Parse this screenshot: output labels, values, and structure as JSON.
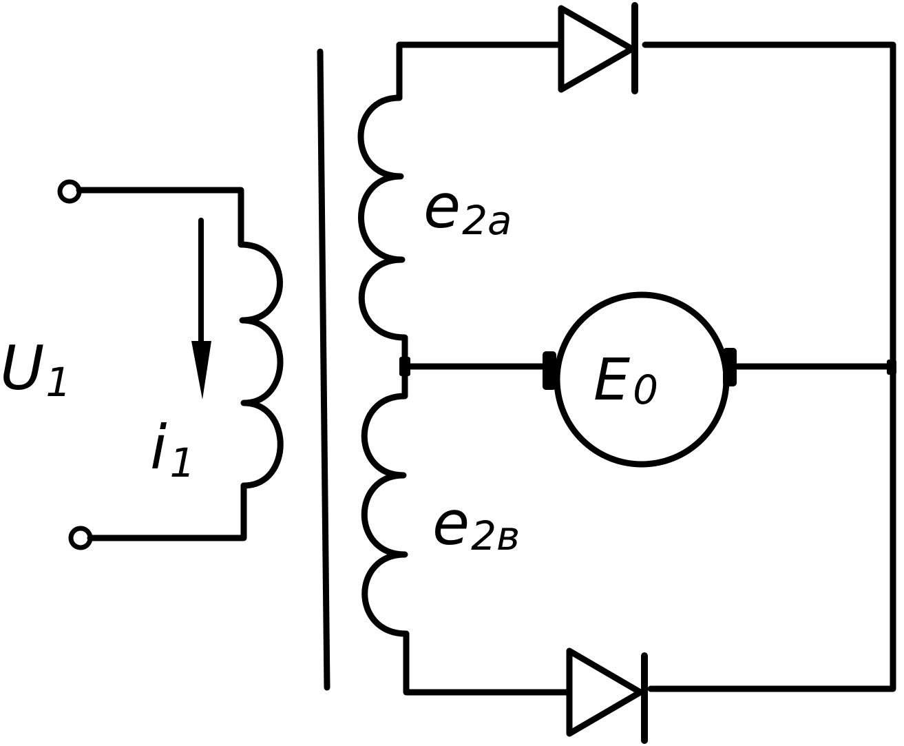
{
  "labels": {
    "input_voltage": {
      "main": "U",
      "sub": "1"
    },
    "input_current": {
      "main": "i",
      "sub": "1"
    },
    "secondary_upper": {
      "main": "e",
      "sub": "2a"
    },
    "secondary_lower": {
      "main": "e",
      "sub": "2в"
    },
    "load_emf": {
      "main": "E",
      "sub": "0"
    }
  }
}
